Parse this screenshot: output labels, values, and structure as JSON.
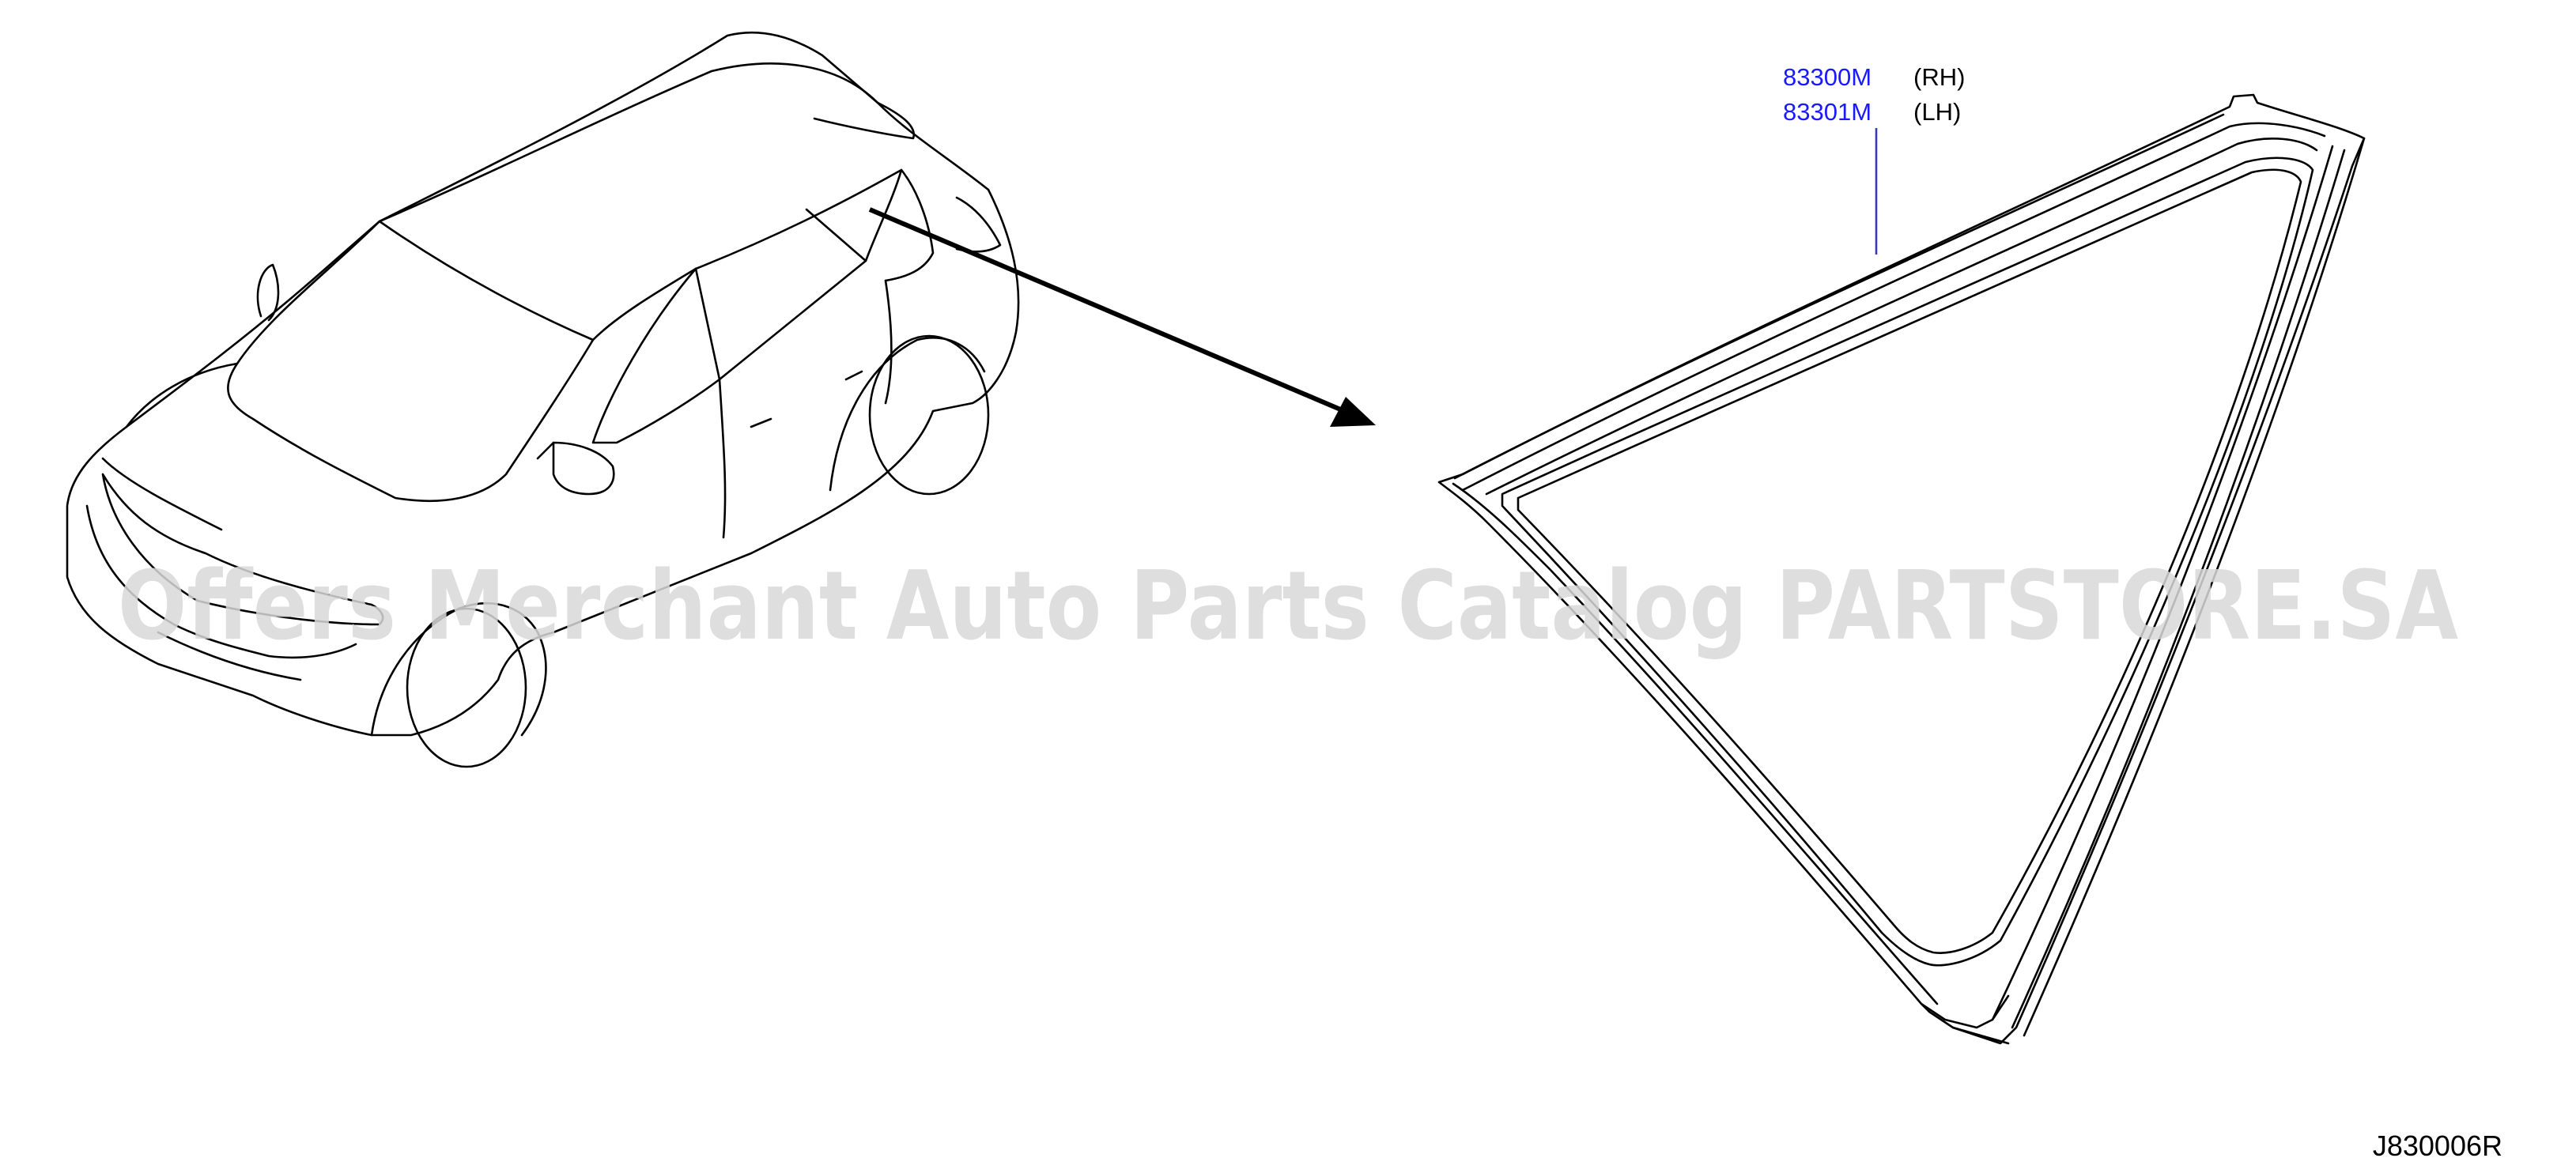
{
  "parts": [
    {
      "number": "83300M",
      "side": "(RH)"
    },
    {
      "number": "83301M",
      "side": "(LH)"
    }
  ],
  "watermark": "Offers Merchant Auto Parts Catalog PARTSTORE.SA",
  "reference_code": "J830006R",
  "colors": {
    "part_number": "#1a1aff",
    "leader_line": "#3a3ab0",
    "line_art": "#000000",
    "watermark": "#d9d9d9"
  }
}
